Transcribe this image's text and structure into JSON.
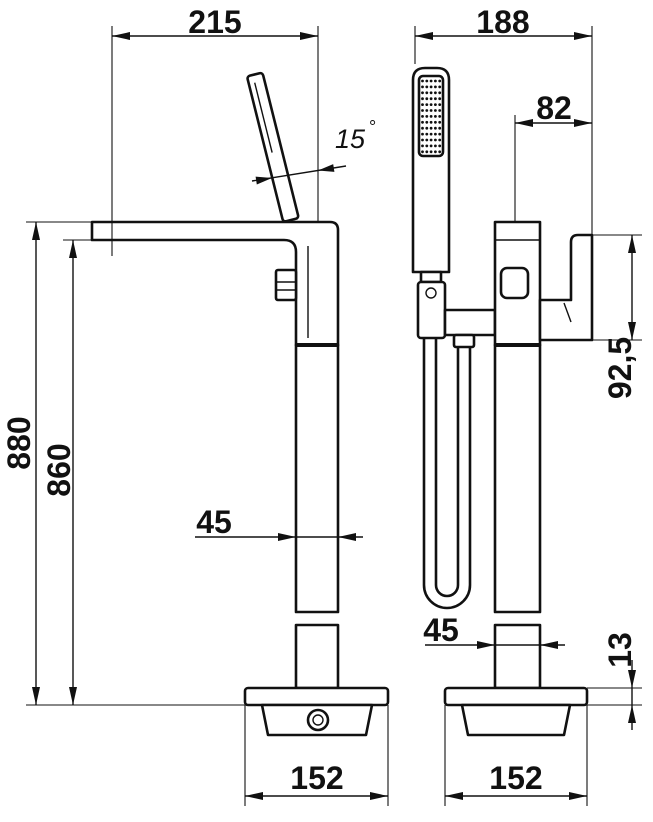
{
  "side_view": {
    "spout_reach": "215",
    "handshower_angle": "15",
    "handshower_angle_unit": "°",
    "overall_height": "880",
    "outlet_height": "860",
    "column_width": "45",
    "base_width": "152"
  },
  "front_view": {
    "overall_depth": "188",
    "lever_offset": "82",
    "lever_height": "92,5",
    "column_width": "45",
    "base_thickness": "13",
    "base_width": "152"
  },
  "colors": {
    "ink": "#111111",
    "paper": "#ffffff"
  }
}
